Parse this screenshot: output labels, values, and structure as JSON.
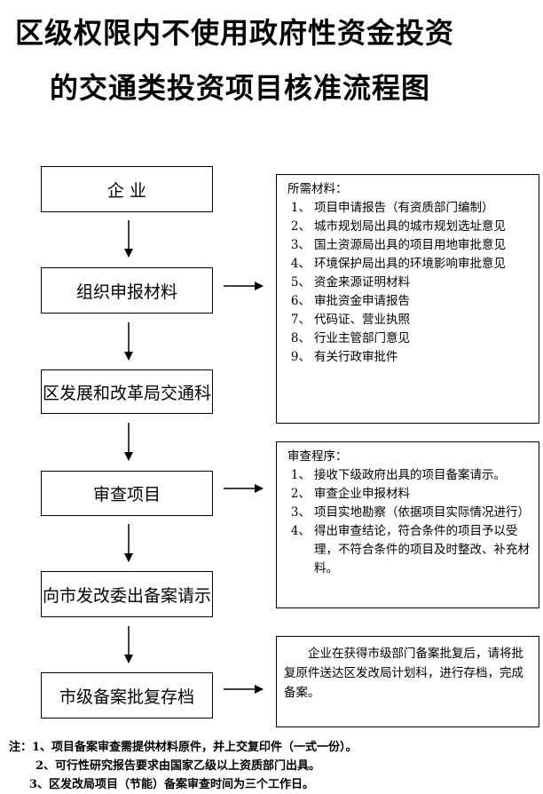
{
  "title": {
    "line1": "区级权限内不使用政府性资金投资",
    "line2": "的交通类投资项目核准流程图"
  },
  "steps": [
    "企 业",
    "组织申报材料",
    "区发展和改革局交通科",
    "审查项目",
    "向市发改委出备案请示",
    "市级备案批复存档"
  ],
  "materials": {
    "heading": "所需材料：",
    "items": [
      {
        "num": "1、",
        "text": "项目申请报告（有资质部门编制）"
      },
      {
        "num": "2、",
        "text": "城市规划局出具的城市规划选址意见"
      },
      {
        "num": "3、",
        "text": "国土资源局出具的项目用地审批意见"
      },
      {
        "num": "4、",
        "text": "环境保护局出具的环境影响审批意见"
      },
      {
        "num": "5、",
        "text": "资金来源证明材料"
      },
      {
        "num": "6、",
        "text": "审批资金申请报告"
      },
      {
        "num": "7、",
        "text": "代码证、营业执照"
      },
      {
        "num": "8、",
        "text": "行业主管部门意见"
      },
      {
        "num": "9、",
        "text": "有关行政审批件"
      }
    ]
  },
  "review": {
    "heading": "审查程序：",
    "items": [
      {
        "num": "1、",
        "text": "接收下级政府出具的项目备案请示。"
      },
      {
        "num": "2、",
        "text": "审查企业申报材料"
      },
      {
        "num": "3、",
        "text": "项目实地勘察（依据项目实际情况进行）"
      },
      {
        "num": "4、",
        "text": "得出审查结论，符合条件的项目予以受理，不符合条件的项目及时整改、补充材料。"
      }
    ]
  },
  "archive": {
    "text": "企业在获得市级部门备案批复后，请将批复原件送达区发改局计划科，进行存档，完成备案。"
  },
  "footnotes": [
    "注：1、项目备案审查需提供材料原件，并上交复印件（一式一份）。",
    "2、可行性研究报告要求由国家乙级以上资质部门出具。",
    "3、区发改局项目（节能）备案审查时间为三个工作日。"
  ]
}
